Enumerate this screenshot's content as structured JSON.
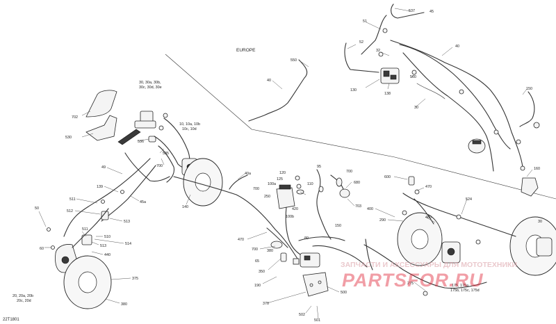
{
  "diagram_id": "22T1801",
  "region_label": "EUROPE",
  "watermark": {
    "subtitle": "ЗАПЧАСТИ И АКСЕССУАРЫ ДЛЯ МОТОТЕХНИКИ",
    "brand": "PARTSFOR.RU",
    "color": "#e0283a"
  },
  "callouts": {
    "c537": "537",
    "c45": "45",
    "c51": "51",
    "c52": "52",
    "c32": "32",
    "c40_top": "40",
    "c550": "550",
    "c40_eu": "40",
    "c130": "130",
    "c138": "138",
    "c560": "560",
    "c30_top": "30",
    "c150_top": "150",
    "c702": "702",
    "c30_group": "30, 30a, 30b,",
    "c30_group2": "30c, 30d, 30e",
    "c530": "530",
    "c536": "536",
    "c10_group": "10, 10a, 10b",
    "c10_group2": "10c, 10d",
    "c535": "535",
    "c700_left": "700",
    "c49": "49",
    "c139": "139",
    "c45a": "45a",
    "c511_top": "511",
    "c512": "512",
    "c140": "140",
    "c40a": "40a",
    "c513_a": "513",
    "c50": "50",
    "c511": "511",
    "c513_b": "513",
    "c514": "514",
    "c510": "510",
    "c60": "60",
    "c440": "440",
    "c375": "375",
    "c20_group": "20, 20a, 20b",
    "c20_group2": "20c, 20d",
    "c380": "380",
    "c95": "95",
    "c700_mid": "700",
    "c120": "120",
    "c125": "125",
    "c110": "110",
    "c100a": "100a",
    "c680": "680",
    "c700_b": "700",
    "c250": "250",
    "c420": "420",
    "c703": "703",
    "c100b": "100b",
    "c150_mid": "150",
    "c470": "470",
    "c700_c": "700",
    "c65": "65",
    "c380_mid": "380",
    "c80": "80",
    "c350": "350",
    "c190": "190",
    "c370": "370",
    "c500": "500",
    "c502": "502",
    "c501": "501",
    "c600": "600",
    "c470_r": "470",
    "c524": "524",
    "c400": "400",
    "c290": "290",
    "c480": "480",
    "c275": "275",
    "c175_group": "175, 175a",
    "c175_group2": "175b, 175c, 175d",
    "c160": "160",
    "c30_r": "30"
  }
}
